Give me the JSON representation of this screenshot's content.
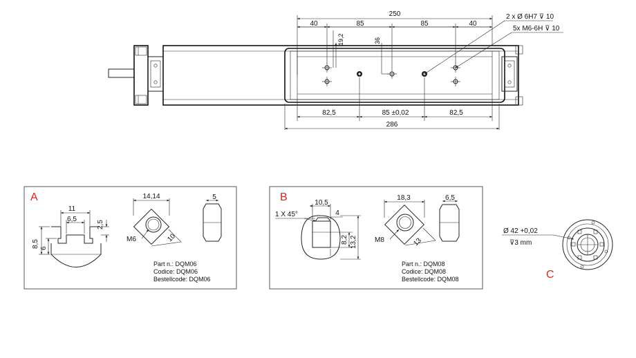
{
  "colors": {
    "line": "#222222",
    "label_red": "#e0201b",
    "panel_border": "#555555"
  },
  "top_view": {
    "dims_top": {
      "overall": "250",
      "seg1": "40",
      "seg2": "85",
      "seg3": "85",
      "seg4": "40"
    },
    "vertical_dims": {
      "v1": "19,2",
      "v2": "36"
    },
    "dims_bottom": {
      "seg1": "82,5",
      "seg2": "85 ±0,02",
      "seg3": "82,5",
      "overall": "286"
    },
    "callouts": {
      "pin_holes": "2 x Ø 6H7 ⊽ 10",
      "threaded_holes": "5x M6-6H ⊽ 10"
    }
  },
  "detail_a": {
    "label": "A",
    "slot": {
      "width": "11",
      "inner": "6,5",
      "depth_right": "2,5",
      "height": "8,5",
      "inner_height": "6"
    },
    "nut": {
      "across_corners": "14,14",
      "thread": "M6",
      "across_flats": "10",
      "thickness": "5"
    },
    "part": {
      "line1": "Part n.: DQM06",
      "line2": "Codice: DQM06",
      "line3": "Bestellcode: DQM06"
    }
  },
  "detail_b": {
    "label": "B",
    "chamfer": "1 X 45°",
    "slot": {
      "width": "10,5",
      "step": "4",
      "height1": "8,2",
      "height2": "13,2"
    },
    "nut": {
      "across_corners": "18,3",
      "thread": "M8",
      "across_flats": "13",
      "thickness": "6,5"
    },
    "part": {
      "line1": "Part n.: DQM08",
      "line2": "Codice: DQM08",
      "line3": "Bestellcode: DQM08"
    }
  },
  "detail_c": {
    "label": "C",
    "dia": "Ø 42 +0,02",
    "depth": "⊽3 mm"
  }
}
